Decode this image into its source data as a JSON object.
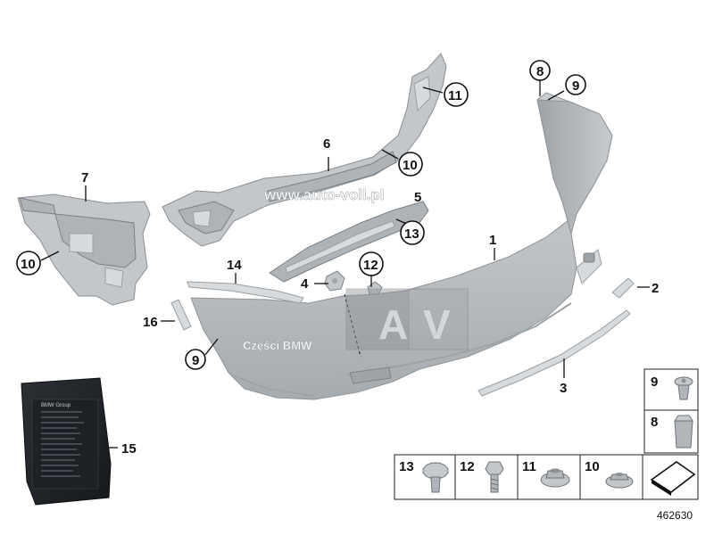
{
  "diagram": {
    "reference_number": "462630",
    "watermark_url": "www.auto-voll.pl",
    "watermark_brand": "Części BMW",
    "watermark_logo_letters": [
      "A",
      "V"
    ],
    "package_brand": "BMW Group",
    "callouts": [
      {
        "id": "1",
        "label": "1"
      },
      {
        "id": "2",
        "label": "2"
      },
      {
        "id": "3",
        "label": "3"
      },
      {
        "id": "4",
        "label": "4"
      },
      {
        "id": "5",
        "label": "5"
      },
      {
        "id": "6",
        "label": "6"
      },
      {
        "id": "7",
        "label": "7"
      },
      {
        "id": "8",
        "label": "8"
      },
      {
        "id": "9-top",
        "label": "9"
      },
      {
        "id": "9-left",
        "label": "9"
      },
      {
        "id": "10-left",
        "label": "10"
      },
      {
        "id": "10-mid",
        "label": "10"
      },
      {
        "id": "11",
        "label": "11"
      },
      {
        "id": "12",
        "label": "12"
      },
      {
        "id": "13",
        "label": "13"
      },
      {
        "id": "14",
        "label": "14"
      },
      {
        "id": "15",
        "label": "15"
      },
      {
        "id": "16",
        "label": "16"
      }
    ],
    "hardware_boxes": [
      {
        "id": "box-9",
        "label": "9",
        "icon": "push-clip-icon"
      },
      {
        "id": "box-8",
        "label": "8",
        "icon": "expanding-nut-icon"
      },
      {
        "id": "box-13",
        "label": "13",
        "icon": "plug-rivet-icon"
      },
      {
        "id": "box-12",
        "label": "12",
        "icon": "hex-bolt-icon"
      },
      {
        "id": "box-11",
        "label": "11",
        "icon": "flange-nut-icon"
      },
      {
        "id": "box-10",
        "label": "10",
        "icon": "flange-nut-small-icon"
      },
      {
        "id": "box-ref",
        "label": "",
        "icon": "bracket-symbol-icon"
      }
    ]
  }
}
